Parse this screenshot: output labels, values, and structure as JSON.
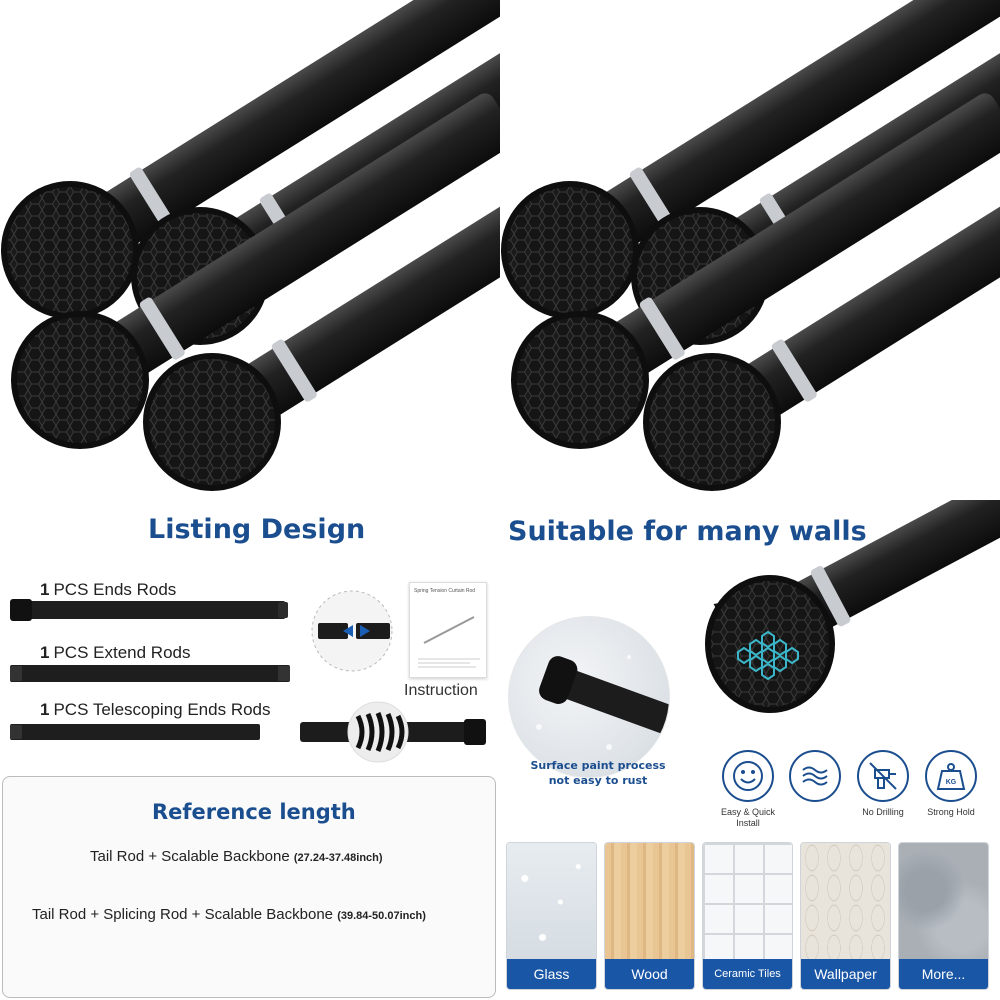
{
  "headings": {
    "listing_design": "Listing Design",
    "suitable_walls": "Suitable for many walls"
  },
  "listing": {
    "items": [
      {
        "qty": "1",
        "label": "PCS Ends Rods"
      },
      {
        "qty": "1",
        "label": "PCS Extend Rods"
      },
      {
        "qty": "1",
        "label": "PCS Telescoping Ends Rods"
      }
    ],
    "instruction_card_title": "Spring Tension Curtain Rod",
    "instruction_label": "Instruction"
  },
  "reference": {
    "title": "Reference length",
    "rows": [
      {
        "label": "Tail Rod + Scalable Backbone",
        "range": "(27.24-37.48inch)"
      },
      {
        "label": "Tail Rod + Splicing Rod + Scalable Backbone",
        "range": "(39.84-50.07inch)"
      }
    ]
  },
  "detail": {
    "caption_line1": "Surface paint process",
    "caption_line2": "not easy to rust"
  },
  "features": [
    {
      "icon": "smiley-icon",
      "label_line1": "Easy & Quick",
      "label_line2": "Install"
    },
    {
      "icon": "waves-icon",
      "label_line1": "",
      "label_line2": ""
    },
    {
      "icon": "no-drill-icon",
      "label_line1": "No Drilling",
      "label_line2": ""
    },
    {
      "icon": "weight-icon",
      "label_line1": "Strong Hold",
      "label_line2": "",
      "badge": "KG"
    }
  ],
  "walls": [
    {
      "name": "Glass"
    },
    {
      "name": "Wood"
    },
    {
      "name": "Ceramic Tiles"
    },
    {
      "name": "Wallpaper"
    },
    {
      "name": "More..."
    }
  ],
  "colors": {
    "brand_blue": "#1b4e8f",
    "caption_bar": "#1a56a6",
    "rod": "#1c1c1c",
    "ring": "#c8ccd0",
    "accent_teal": "#3bb6c9"
  }
}
